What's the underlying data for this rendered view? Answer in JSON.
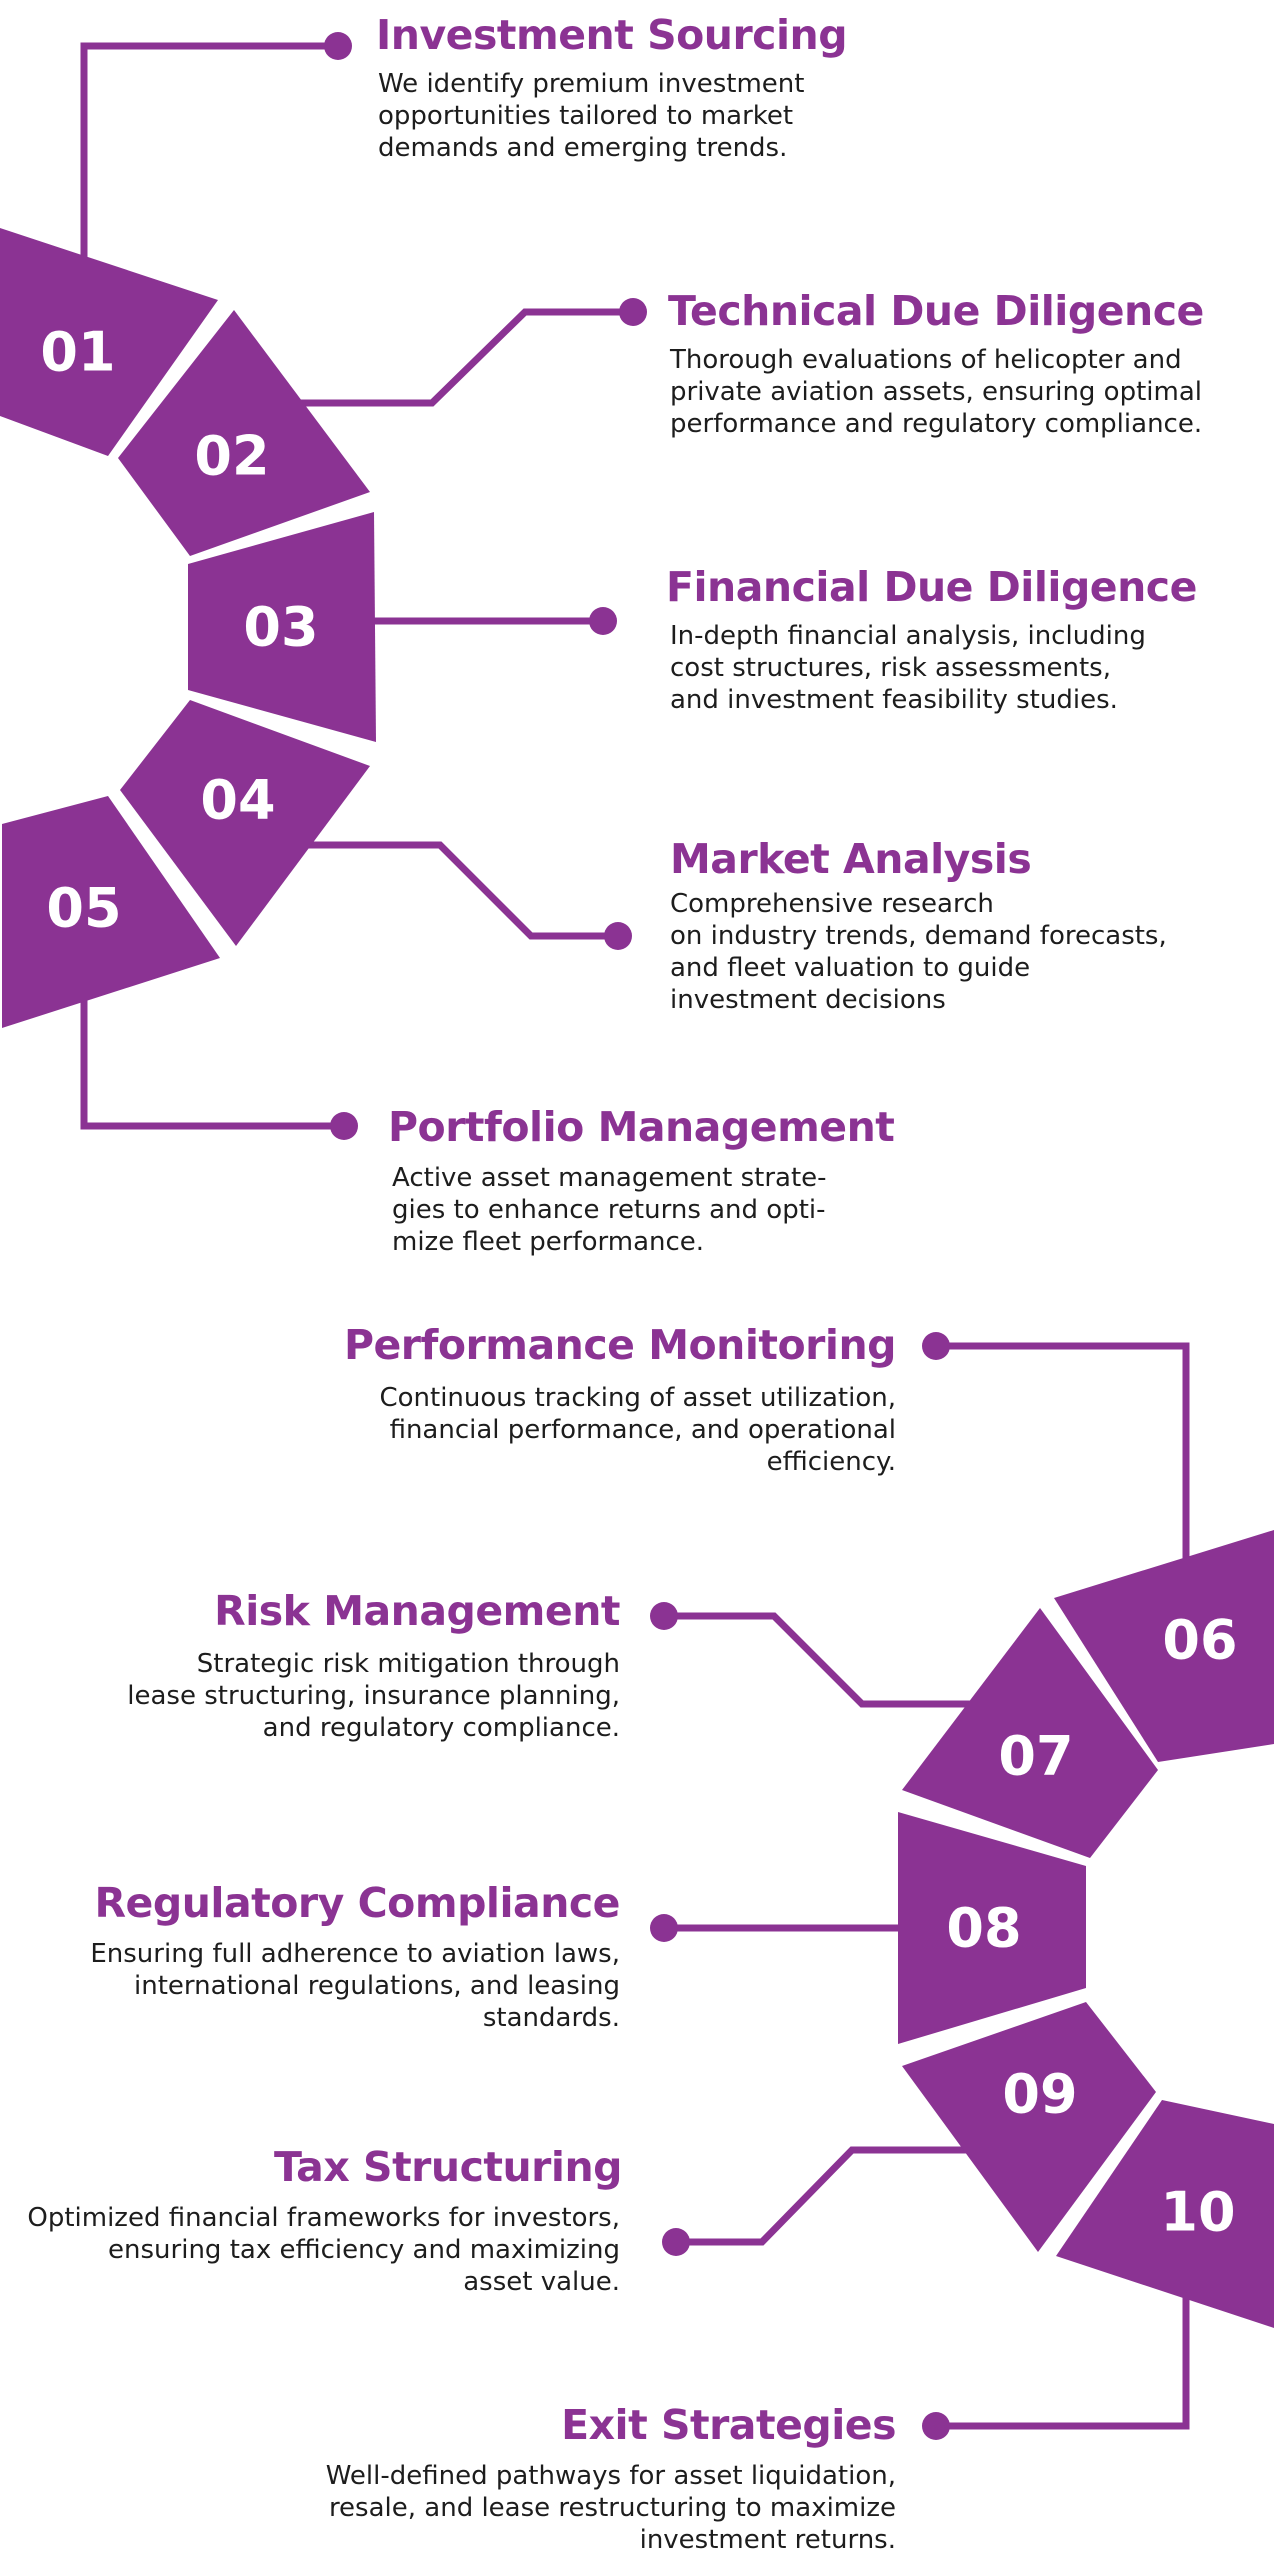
{
  "colors": {
    "accent": "#8b3393",
    "text": "#1d1d1d",
    "background": "#ffffff"
  },
  "steps": [
    {
      "num": "01",
      "title": "Investment Sourcing",
      "desc": "We identify premium investment\nopportunities tailored to market\ndemands and emerging trends."
    },
    {
      "num": "02",
      "title": "Technical Due Diligence",
      "desc": "Thorough evaluations of helicopter and\nprivate aviation assets, ensuring optimal\nperformance and regulatory compliance."
    },
    {
      "num": "03",
      "title": "Financial Due Diligence",
      "desc": "In-depth financial analysis, including\ncost structures, risk assessments,\nand investment feasibility studies."
    },
    {
      "num": "04",
      "title": "Market Analysis",
      "desc": "Comprehensive research\non industry trends, demand forecasts,\nand fleet valuation to guide\ninvestment decisions"
    },
    {
      "num": "05",
      "title": "Portfolio Management",
      "desc": "Active asset management strate-\ngies to enhance returns and opti-\nmize fleet performance."
    },
    {
      "num": "06",
      "title": "Performance Monitoring",
      "desc": "Continuous tracking of asset utilization,\nfinancial performance, and operational\nefficiency."
    },
    {
      "num": "07",
      "title": "Risk Management",
      "desc": "Strategic risk mitigation through\nlease structuring, insurance planning,\nand regulatory compliance."
    },
    {
      "num": "08",
      "title": "Regulatory Compliance",
      "desc": "Ensuring full adherence to aviation laws,\ninternational regulations, and leasing\nstandards."
    },
    {
      "num": "09",
      "title": "Tax Structuring",
      "desc": "Optimized financial frameworks for investors,\nensuring tax efficiency and maximizing\nasset value."
    },
    {
      "num": "10",
      "title": "Exit Strategies",
      "desc": "Well-defined pathways for asset liquidation,\nresale, and lease restructuring to maximize\ninvestment returns."
    }
  ]
}
